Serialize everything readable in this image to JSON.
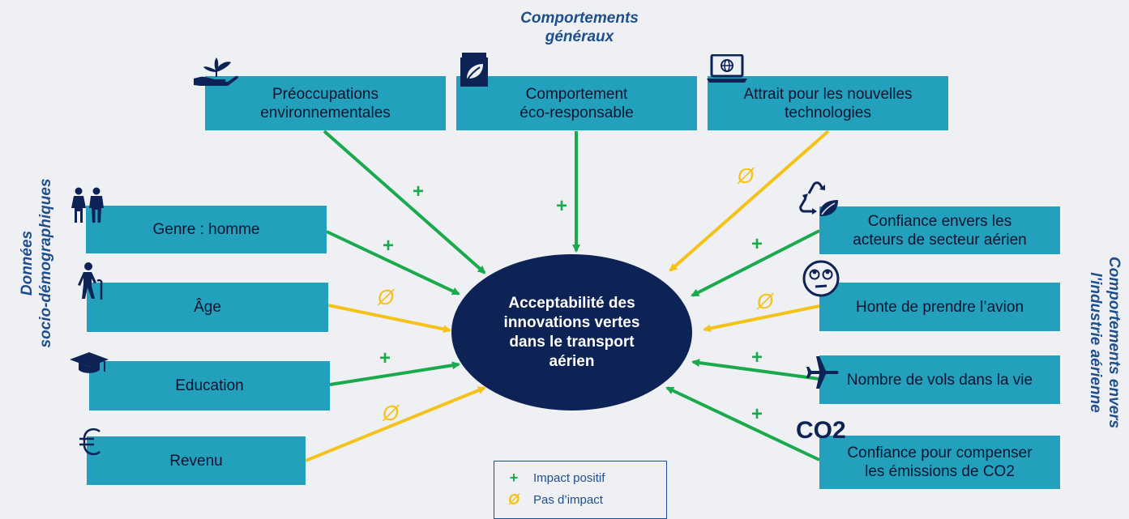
{
  "colors": {
    "box": "#22a0bc",
    "center": "#0d2356",
    "positive": "#1aa94c",
    "none": "#f5c219",
    "heading": "#1f4e8c",
    "background": "#eff0f4"
  },
  "groups": {
    "top": {
      "line1": "Comportements",
      "line2": "généraux"
    },
    "left": {
      "line1": "Données",
      "line2": "socio-démographiques"
    },
    "right": {
      "line1": "Comportements envers",
      "line2": "l'industrie aérienne"
    }
  },
  "center": {
    "line1": "Acceptabilité des",
    "line2": "innovations vertes",
    "line3": "dans le transport",
    "line4": "aérien"
  },
  "top_factors": [
    {
      "line1": "Préoccupations",
      "line2": "environnementales",
      "impact": "+",
      "icon": "hand-plant-icon"
    },
    {
      "line1": "Comportement",
      "line2": "éco-responsable",
      "impact": "+",
      "icon": "eco-bag-icon"
    },
    {
      "line1": "Attrait pour les nouvelles",
      "line2": "technologies",
      "impact": "Ø",
      "icon": "laptop-globe-icon"
    }
  ],
  "left_factors": [
    {
      "label": "Genre : homme",
      "impact": "+",
      "icon": "people-icon"
    },
    {
      "label": "Âge",
      "impact": "Ø",
      "icon": "elderly-person-icon"
    },
    {
      "label": "Education",
      "impact": "+",
      "icon": "graduation-cap-icon"
    },
    {
      "label": "Revenu",
      "impact": "Ø",
      "icon": "euro-icon"
    }
  ],
  "right_factors": [
    {
      "line1": "Confiance envers les",
      "line2": "acteurs de secteur aérien",
      "impact": "+",
      "icon": "recycle-leaf-icon"
    },
    {
      "line1": "Honte de prendre l’avion",
      "line2": "",
      "impact": "Ø",
      "icon": "rolling-eyes-face-icon"
    },
    {
      "line1": "Nombre de vols dans la vie",
      "line2": "",
      "impact": "+",
      "icon": "airplane-icon"
    },
    {
      "line1": "Confiance pour compenser",
      "line2": "les émissions de CO2",
      "impact": "+",
      "icon": "co2-label",
      "icon_text": "CO2"
    }
  ],
  "legend": [
    {
      "symbol": "+",
      "label": "Impact positif"
    },
    {
      "symbol": "Ø",
      "label": "Pas d’impact"
    }
  ]
}
